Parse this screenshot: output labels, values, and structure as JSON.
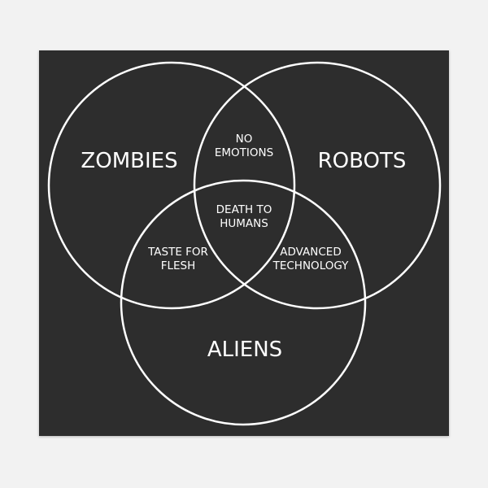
{
  "sets": {
    "zombies": "ZOMBIES",
    "robots": "ROBOTS",
    "aliens": "ALIENS"
  },
  "intersections": {
    "zombies_robots": "NO\nEMOTIONS",
    "zombies_aliens": "TASTE FOR\nFLESH",
    "robots_aliens": "ADVANCED\nTECHNOLOGY",
    "all": "DEATH TO\nHUMANS"
  },
  "colors": {
    "background": "#2d2d2d",
    "lines": "#ffffff",
    "frame": "#f2f2f2"
  }
}
